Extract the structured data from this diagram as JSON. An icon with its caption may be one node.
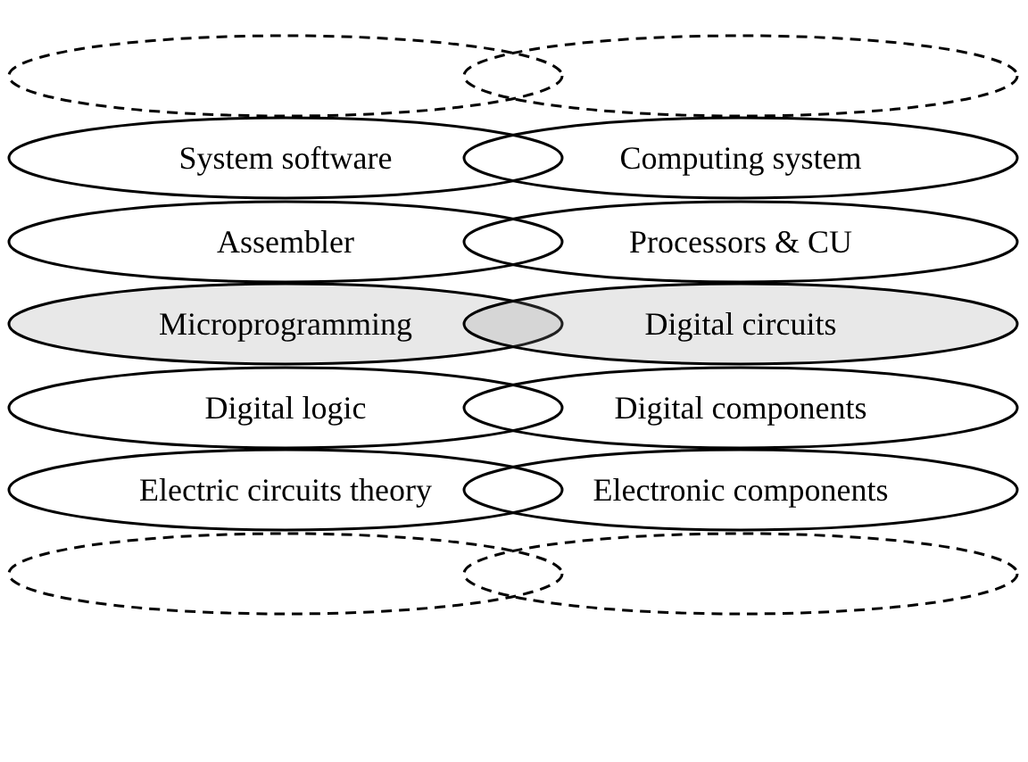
{
  "diagram": {
    "nodes": [
      {
        "text": [],
        "shape": "ellipse"
      },
      {
        "text": [],
        "shape": "ellipse"
      },
      {
        "text": [
          "System software"
        ]
      },
      {
        "text": [
          "Computing system"
        ]
      },
      {
        "text": [
          "Assembler"
        ]
      },
      {
        "text": [
          "Processors & CU"
        ]
      },
      {
        "text": [
          "Microprogramming"
        ]
      },
      {
        "text": [
          "Digital circuits"
        ]
      },
      {
        "text": [
          "Digital logic"
        ]
      },
      {
        "text": [
          "Digital components"
        ]
      },
      {
        "text": [
          "Electric circuits theory"
        ]
      },
      {
        "text": [
          "Electronic components"
        ]
      },
      {
        "text": [],
        "shape": "ellipse"
      },
      {
        "text": [],
        "shape": "ellipse"
      }
    ]
  }
}
